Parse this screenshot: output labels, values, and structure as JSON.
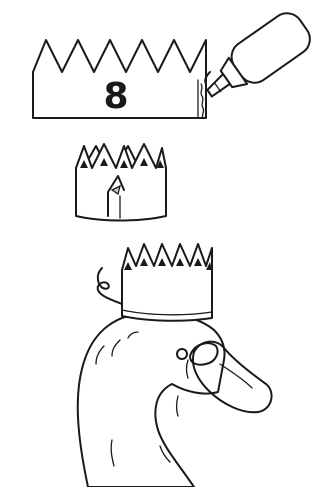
{
  "crown_number": "8",
  "colors": {
    "outline": "#1a1a1a",
    "paper": "#ffffff",
    "swan_body": "#c8c8c8",
    "swan_beak": "#8c8c8c",
    "swan_beak_dark": "#6f6f6f",
    "glue_bottle": "#ffffff"
  },
  "icons": {
    "glue_bottle": "glue-bottle-icon",
    "crown_flat": "paper-crown-strip",
    "crown_rolled": "paper-crown-rolled",
    "swan": "swan-head-with-crown"
  }
}
